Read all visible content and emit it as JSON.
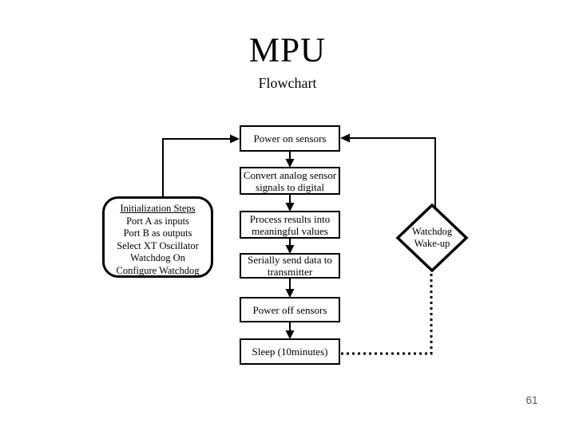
{
  "slide": {
    "title": "MPU",
    "subtitle": "Flowchart",
    "page_number": "61"
  },
  "flowchart": {
    "nodes": {
      "power_on": {
        "label": "Power on sensors"
      },
      "convert": {
        "label": "Convert analog sensor signals to digital"
      },
      "process": {
        "label": "Process results into meaningful values"
      },
      "send": {
        "label": "Serially send data to transmitter"
      },
      "power_off": {
        "label": "Power off sensors"
      },
      "sleep": {
        "label": "Sleep (10minutes)"
      }
    },
    "init": {
      "title": "Initialization Steps",
      "steps": [
        "Port A as inputs",
        "Port B as outputs",
        "Select XT Oscillator",
        "Watchdog On",
        "Configure Watchdog"
      ]
    },
    "watchdog": {
      "line1": "Watchdog",
      "line2": "Wake-up"
    },
    "colors": {
      "line": "#000000",
      "background": "#ffffff",
      "page_number": "#595959"
    }
  }
}
